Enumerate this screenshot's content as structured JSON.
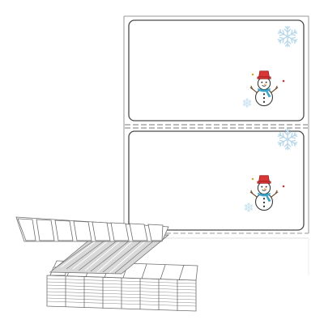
{
  "product": {
    "item": "fanfold-label-sheet",
    "labels_per_sheet": 2,
    "label_design": "snowman-with-snowflakes",
    "colors": {
      "background": "#ffffff",
      "sheet_edge": "#8a8a8a",
      "label_edge": "#4a4a4a",
      "perforation": "#7a7a7a",
      "snowflake": "#b9d8ea",
      "snowman_hat": "#d93636",
      "snowman_scarf": "#3aa3c9",
      "snowman_body": "#ffffff",
      "stack_edge": "#6f6f6f"
    },
    "icons": [
      "snowflake-icon",
      "snowman-icon",
      "small-snowflake-icon"
    ]
  }
}
